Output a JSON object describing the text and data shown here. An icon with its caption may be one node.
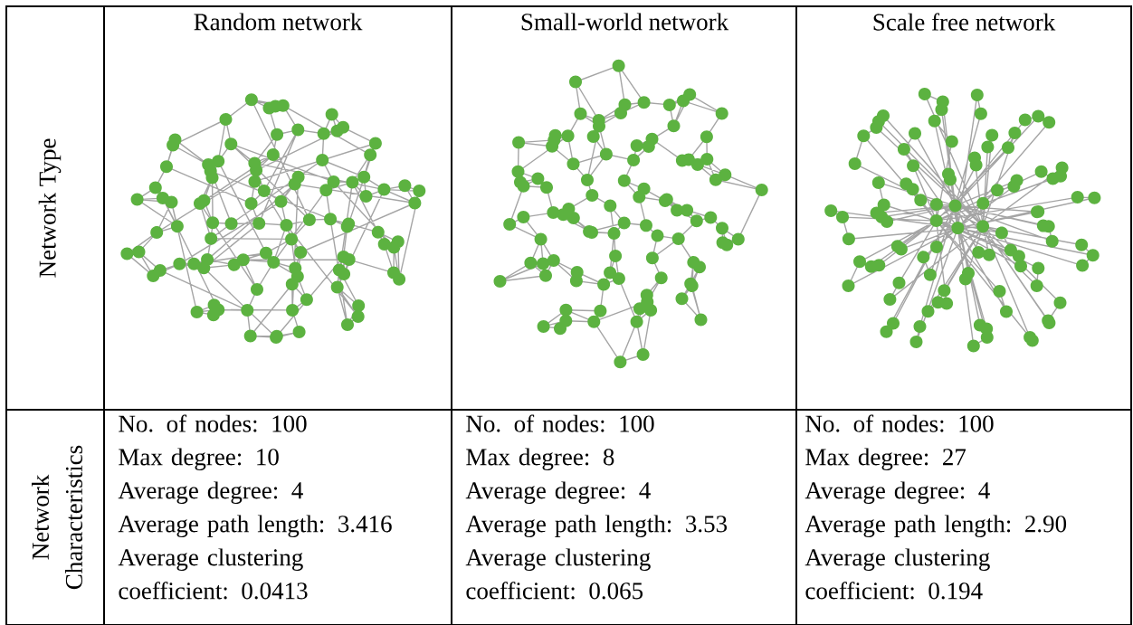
{
  "diagram": {
    "labels": [
      "Random network",
      "Small-world network",
      "Scale free network",
      "Network Type",
      "Network Characteristics",
      "No. of nodes: 100",
      "Max degree: 10",
      "Average degree: 4",
      "Average path length: 3.416",
      "Average clustering coefficient: 0.0413",
      "No. of nodes: 100",
      "Max degree: 8",
      "Average degree: 4",
      "Average path length: 3.53",
      "Average clustering coefficient: 0.065",
      "No. of nodes: 100",
      "Max degree: 27",
      "Average degree: 4",
      "Average path length: 2.90",
      "Average clustering coefficient: 0.194"
    ]
  }
}
